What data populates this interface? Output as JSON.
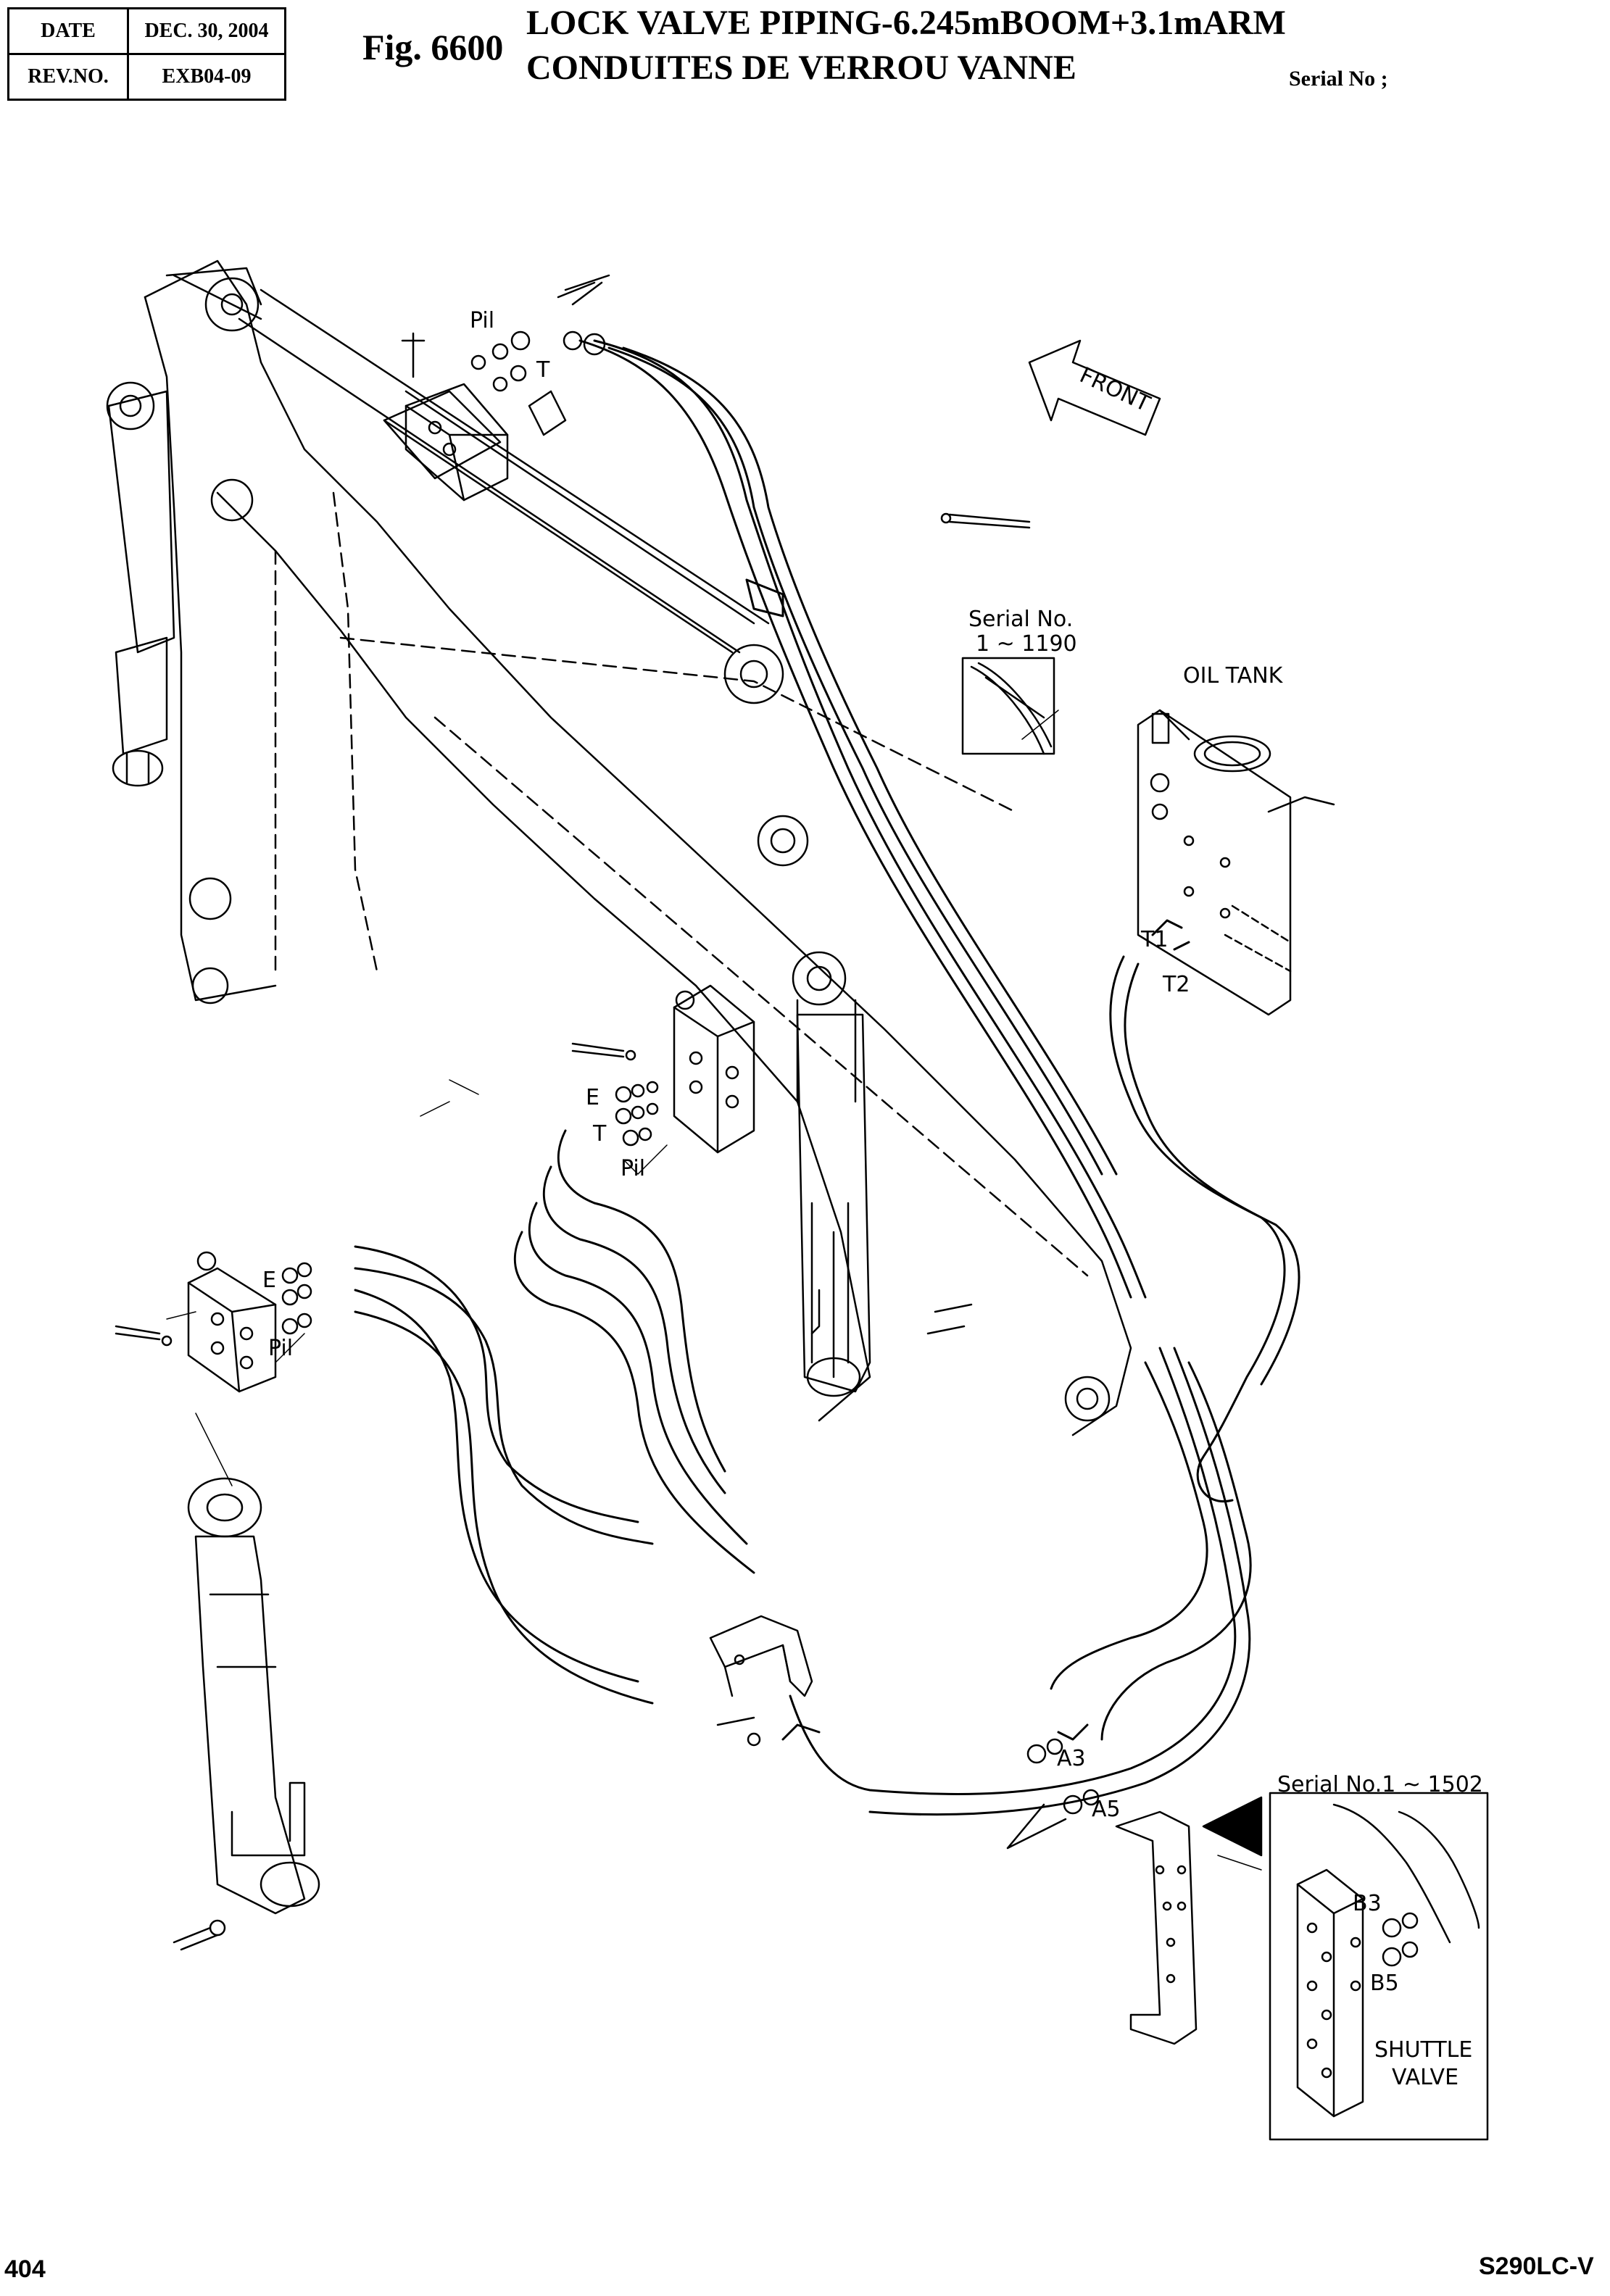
{
  "header": {
    "date_label": "DATE",
    "date_value": "DEC. 30, 2004",
    "rev_label": "REV.NO.",
    "rev_value": "EXB04-09",
    "fig_number": "Fig. 6600",
    "title_en": "LOCK VALVE PIPING-6.245mBOOM+3.1mARM",
    "title_fr": "CONDUITES DE VERROU VANNE",
    "serial": "Serial No ;"
  },
  "labels": {
    "pil_top": "Pil",
    "t_top": "T",
    "front": "FRONT",
    "serial_inset1_line1": "Serial No.",
    "serial_inset1_line2": "1 ~ 1190",
    "oil_tank": "OIL TANK",
    "t1": "T1",
    "t2": "T2",
    "e_mid": "E",
    "t_mid": "T",
    "pil_mid": "Pil",
    "e_left": "E",
    "pil_left": "Pil",
    "a3": "A3",
    "a5": "A5",
    "serial_inset2": "Serial No.1 ~ 1502",
    "b3": "B3",
    "b5": "B5",
    "shuttle_line1": "SHUTTLE",
    "shuttle_line2": "VALVE"
  },
  "footer": {
    "page": "404",
    "model": "S290LC-V"
  }
}
